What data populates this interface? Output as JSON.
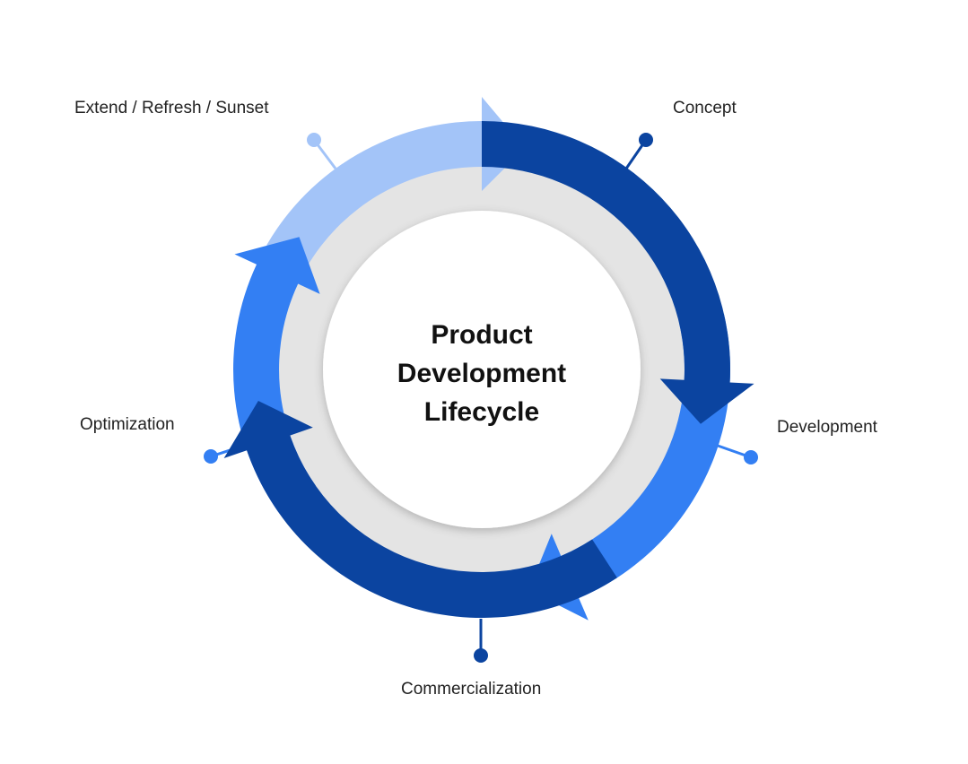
{
  "title_lines": [
    "Product",
    "Development",
    "Lifecycle"
  ],
  "stages": [
    {
      "label": "Concept",
      "color": "#0b44a0"
    },
    {
      "label": "Development",
      "color": "#337ff3"
    },
    {
      "label": "Commercialization",
      "color": "#0b44a0"
    },
    {
      "label": "Optimization",
      "color": "#337ff3"
    },
    {
      "label": "Extend / Refresh / Sunset",
      "color": "#a3c4f8"
    }
  ],
  "colors": {
    "ring_background": "#e4e4e4",
    "center_fill": "#ffffff",
    "title_text": "#111111",
    "label_text": "#222222"
  }
}
